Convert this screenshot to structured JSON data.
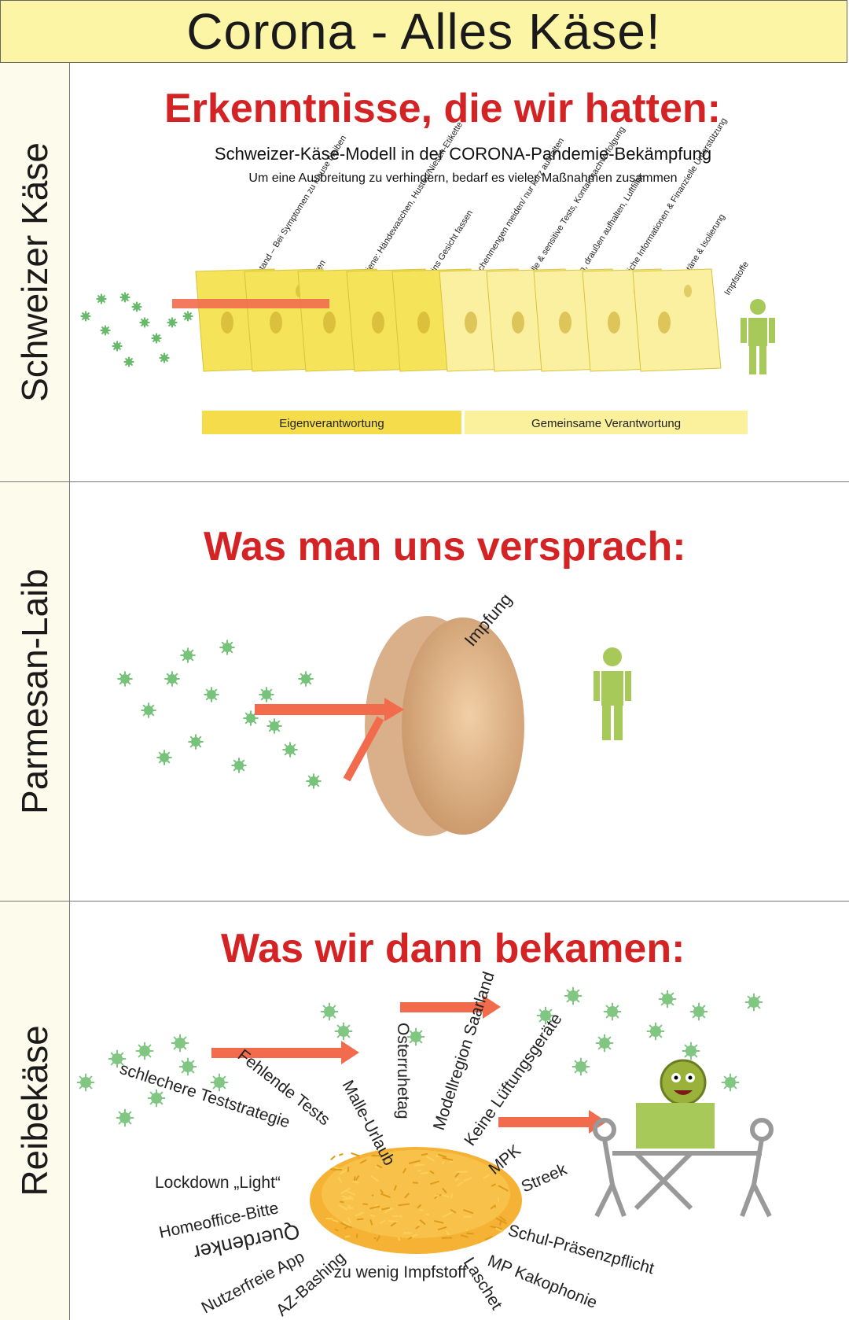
{
  "title": "Corona - Alles Käse!",
  "sections": [
    {
      "label": "Schweizer Käse",
      "heading": "Erkenntnisse, die wir hatten:",
      "model_title": "Schweizer-Käse-Modell in der CORONA-Pandemie-Bekämpfung",
      "model_subtitle": "Um eine Ausbreitung zu verhindern, bedarf es vieler Maßnahmen zusammen",
      "slices": [
        "Abstand – Bei Symptomen zu Hause bleiben",
        "Masken",
        "Hygiene: Händewaschen, Husten/Niesen-Etikette",
        "Nicht ins Gesicht fassen",
        "Menschenmengen meiden/ nur kurz aufhalten",
        "Schnelle & sensitive Tests, Kontaktnachverfolgung",
        "Lüften, draußen aufhalten, Luftfilter",
        "Staatliche Informationen & Finanzielle Unterstützung",
        "Quarantäne & Isolierung",
        "Impfstoffe"
      ],
      "bar_left": "Eigenverantwortung",
      "bar_right": "Gemeinsame Verantwortung"
    },
    {
      "label": "Parmesan-Laib",
      "heading": "Was man uns versprach:",
      "cheese_label": "Impfung"
    },
    {
      "label": "Reibekäse",
      "heading": "Was wir dann bekamen:",
      "words": [
        "schlechere Teststrategie",
        "Fehlende Tests",
        "Malle-Urlaub",
        "Osterruhetag",
        "Modellregion Saarland",
        "Keine Lüftungsgeräte",
        "MPK",
        "Streek",
        "Lockdown „Light“",
        "Homeoffice-Bitte",
        "Querdenker",
        "Nutzerfreie App",
        "AZ-Bashing",
        "zu wenig Impfstoff",
        "Laschet",
        "MP Kakophonie",
        "Schul-Präsenzpflicht"
      ]
    }
  ],
  "colors": {
    "heading_red": "#d42325",
    "arrow": "#f26b4d",
    "virus": "#4caf50",
    "person": "#a6c95a",
    "cheese_yellow": "#f5e35a",
    "title_bg": "#fdf5a6"
  }
}
